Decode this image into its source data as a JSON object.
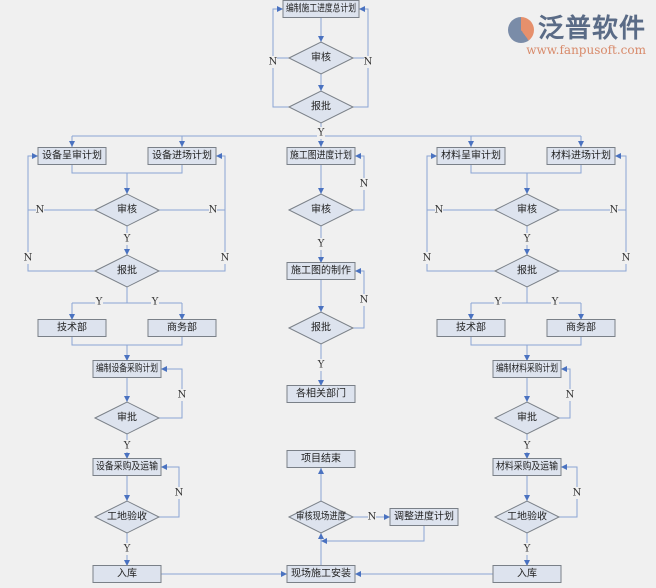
{
  "labels": {
    "yes": "Y",
    "no": "N"
  },
  "nodes": {
    "master_plan": "编制施工进度总计划",
    "top_review": "审核",
    "top_approve": "报批",
    "eq_review_plan": "设备呈审计划",
    "eq_entry_plan": "设备进场计划",
    "drawing_plan": "施工图进度计划",
    "mat_review_plan": "材料呈审计划",
    "mat_entry_plan": "材料进场计划",
    "eq_review": "审核",
    "eq_approve": "报批",
    "eq_tech": "技术部",
    "eq_biz": "商务部",
    "eq_purchase_plan": "编制设备采购计划",
    "eq_approval": "审批",
    "eq_transport": "设备采购及运输",
    "eq_accept": "工地验收",
    "eq_store": "入库",
    "drawing_review": "审核",
    "drawing_make": "施工图的制作",
    "drawing_approve": "报批",
    "depts": "各相关部门",
    "project_end": "项目结束",
    "site_review": "审核现场进度",
    "adjust_plan": "调整进度计划",
    "site_install": "现场施工安装",
    "mat_review": "审核",
    "mat_approve": "报批",
    "mat_tech": "技术部",
    "mat_biz": "商务部",
    "mat_purchase_plan": "编制材料采购计划",
    "mat_approval": "审批",
    "mat_transport": "材料采购及运输",
    "mat_accept": "工地验收",
    "mat_store": "入库"
  },
  "colors": {
    "box_fill": "#dde3ee",
    "box_stroke": "#7a8088",
    "line": "#8aa5d4",
    "arrow": "#4a72c0"
  },
  "watermark": {
    "name": "泛普软件",
    "url": "www.fanpusoft.com"
  }
}
